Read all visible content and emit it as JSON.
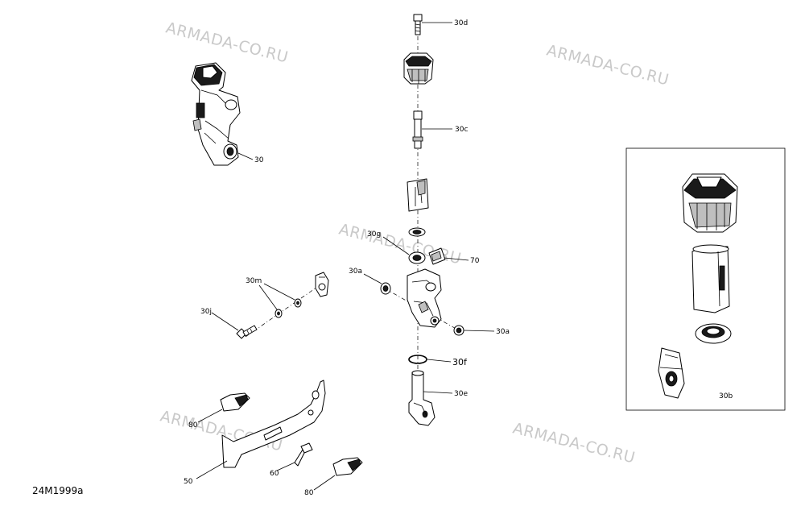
{
  "diagram": {
    "code": "24M1999a",
    "watermark": "ARMADA-CO.RU",
    "labels": {
      "p30": "30",
      "p30a_left": "30a",
      "p30a_right": "30a",
      "p30b": "30b",
      "p30c": "30c",
      "p30d": "30d",
      "p30e": "30e",
      "p30f": "30f",
      "p30g": "30g",
      "p30j": "30j",
      "p30m": "30m",
      "p50": "50",
      "p60": "60",
      "p70": "70",
      "p80_top": "80",
      "p80_bottom": "80"
    }
  }
}
